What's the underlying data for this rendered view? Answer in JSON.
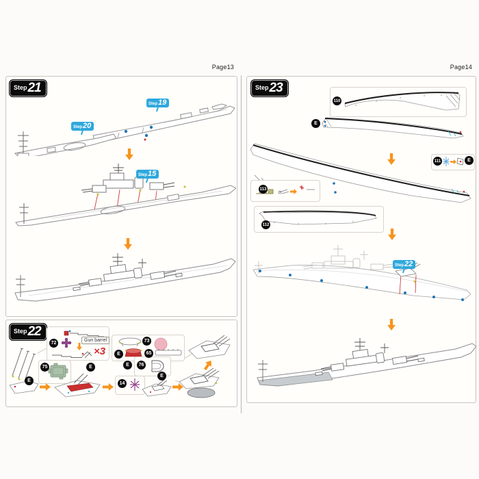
{
  "colors": {
    "badge_blue": "#2fa8dc",
    "arrow_orange": "#f7941d",
    "accent_red": "#c9302f",
    "part_pink": "#f0b4be",
    "part_green": "#a9c0a9",
    "part_purple": "#93478f",
    "dot_blue": "#2174b5",
    "mark_yellow": "#c9c43c",
    "hull_gray": "#c7ccd0"
  },
  "left": {
    "page_label": "Page13",
    "step21": {
      "prefix": "Step",
      "number": "21"
    },
    "badge19": {
      "prefix": "Step",
      "number": "19"
    },
    "badge20": {
      "prefix": "Step",
      "number": "20"
    },
    "badge15": {
      "prefix": "Step",
      "number": "15"
    },
    "step22": {
      "prefix": "Step",
      "number": "22",
      "gun_barrel_label": "Gun barrel",
      "multiplier": "×3",
      "parts": {
        "p72": "72",
        "p73": "73",
        "p65": "65",
        "p75": "75",
        "p76": "76",
        "p14": "14",
        "pE": "E"
      }
    }
  },
  "right": {
    "page_label": "Page14",
    "step23": {
      "prefix": "Step",
      "number": "23"
    },
    "badge22": {
      "prefix": "Step",
      "number": "22"
    },
    "parts": {
      "p110": "110",
      "p111": "111",
      "p112": "112",
      "p113": "113",
      "pE": "E"
    }
  }
}
